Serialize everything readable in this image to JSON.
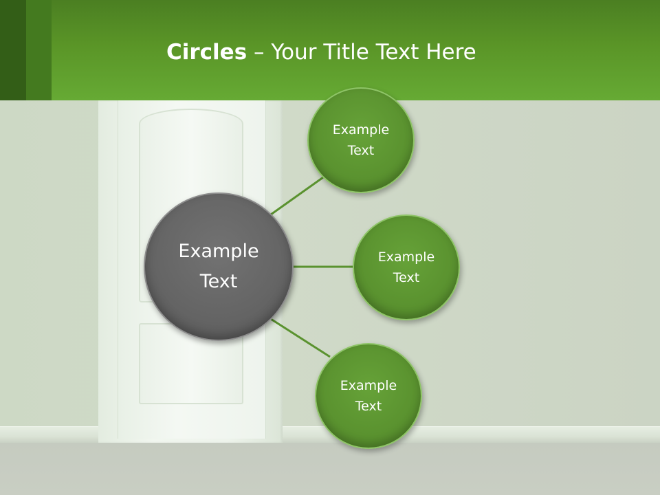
{
  "title": {
    "bold": "Circles",
    "rest": " – Your Title Text Here"
  },
  "diagram": {
    "center": {
      "label": "Example\nText"
    },
    "satellites": [
      {
        "label": "Example\nText"
      },
      {
        "label": "Example\nText"
      },
      {
        "label": "Example\nText"
      }
    ]
  },
  "colors": {
    "header_green": "#5a9527",
    "circle_green": "#5a922f",
    "center_gray": "#646464",
    "connector": "#5a922f"
  }
}
